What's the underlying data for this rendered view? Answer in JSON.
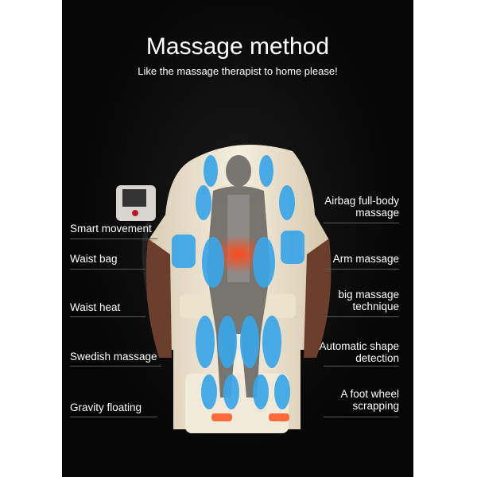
{
  "header": {
    "title": "Massage method",
    "subtitle": "Like the massage therapist to home please!"
  },
  "features_left": [
    {
      "label": "Smart movement"
    },
    {
      "label": "Waist bag"
    },
    {
      "label": "Waist heat"
    },
    {
      "label": "Swedish massage"
    },
    {
      "label": "Gravity floating"
    }
  ],
  "features_right": [
    {
      "line1": "Airbag full-body",
      "line2": "massage"
    },
    {
      "line1": "Arm massage"
    },
    {
      "line1": "big massage",
      "line2": "technique"
    },
    {
      "line1": "Automatic shape",
      "line2": "detection"
    },
    {
      "line1": "A foot wheel",
      "line2": "scrapping"
    }
  ],
  "colors": {
    "background": "#000000",
    "airbag": "#3aa6e8",
    "heat": "#ff5a2a",
    "chair": "#efe6d2",
    "chair_accent": "#6b3f2c"
  }
}
